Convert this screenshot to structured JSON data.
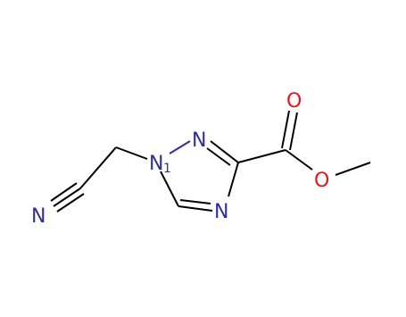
{
  "molecule": {
    "atoms": {
      "n_nitrile": "N",
      "n1_ring": "N",
      "n1_locant": "1",
      "n2_ring": "N",
      "n4_ring": "N",
      "o_carbonyl": "O",
      "o_ester": "O"
    }
  },
  "colors": {
    "bond": "#000000",
    "nitrogen": "#2e2e9e",
    "oxygen": "#e8161b",
    "background": "#ffffff"
  }
}
